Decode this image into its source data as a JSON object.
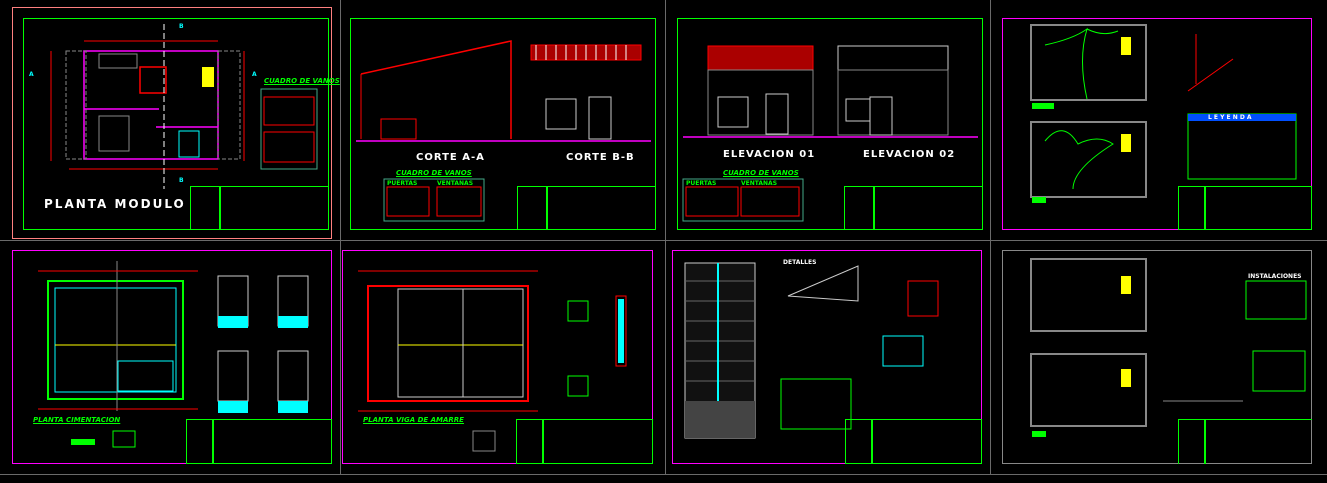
{
  "sheets": [
    {
      "title": "PLANTA MODULO",
      "table_title": "CUADRO DE VANOS",
      "section_marks": [
        "A",
        "A",
        "B",
        "B"
      ]
    },
    {
      "titles": [
        "CORTE A-A",
        "CORTE B-B"
      ],
      "table_title": "CUADRO DE VANOS",
      "subtables": [
        "PUERTAS",
        "VENTANAS"
      ]
    },
    {
      "titles": [
        "ELEVACION 01",
        "ELEVACION 02"
      ],
      "table_title": "CUADRO DE VANOS",
      "subtables": [
        "PUERTAS",
        "VENTANAS"
      ]
    },
    {
      "legend_title": "L E Y E N D A"
    },
    {
      "title": "PLANTA CIMENTACION"
    },
    {
      "title": "PLANTA VIGA DE AMARRE"
    },
    {
      "title": "DETALLES"
    },
    {
      "title": "INSTALACIONES"
    }
  ],
  "colors": {
    "background": "#000000",
    "frame": "#00ff00",
    "border": "#ff00ff",
    "wall": "#ff0000",
    "text": "#ffff00",
    "hatch": "#00ffff"
  }
}
